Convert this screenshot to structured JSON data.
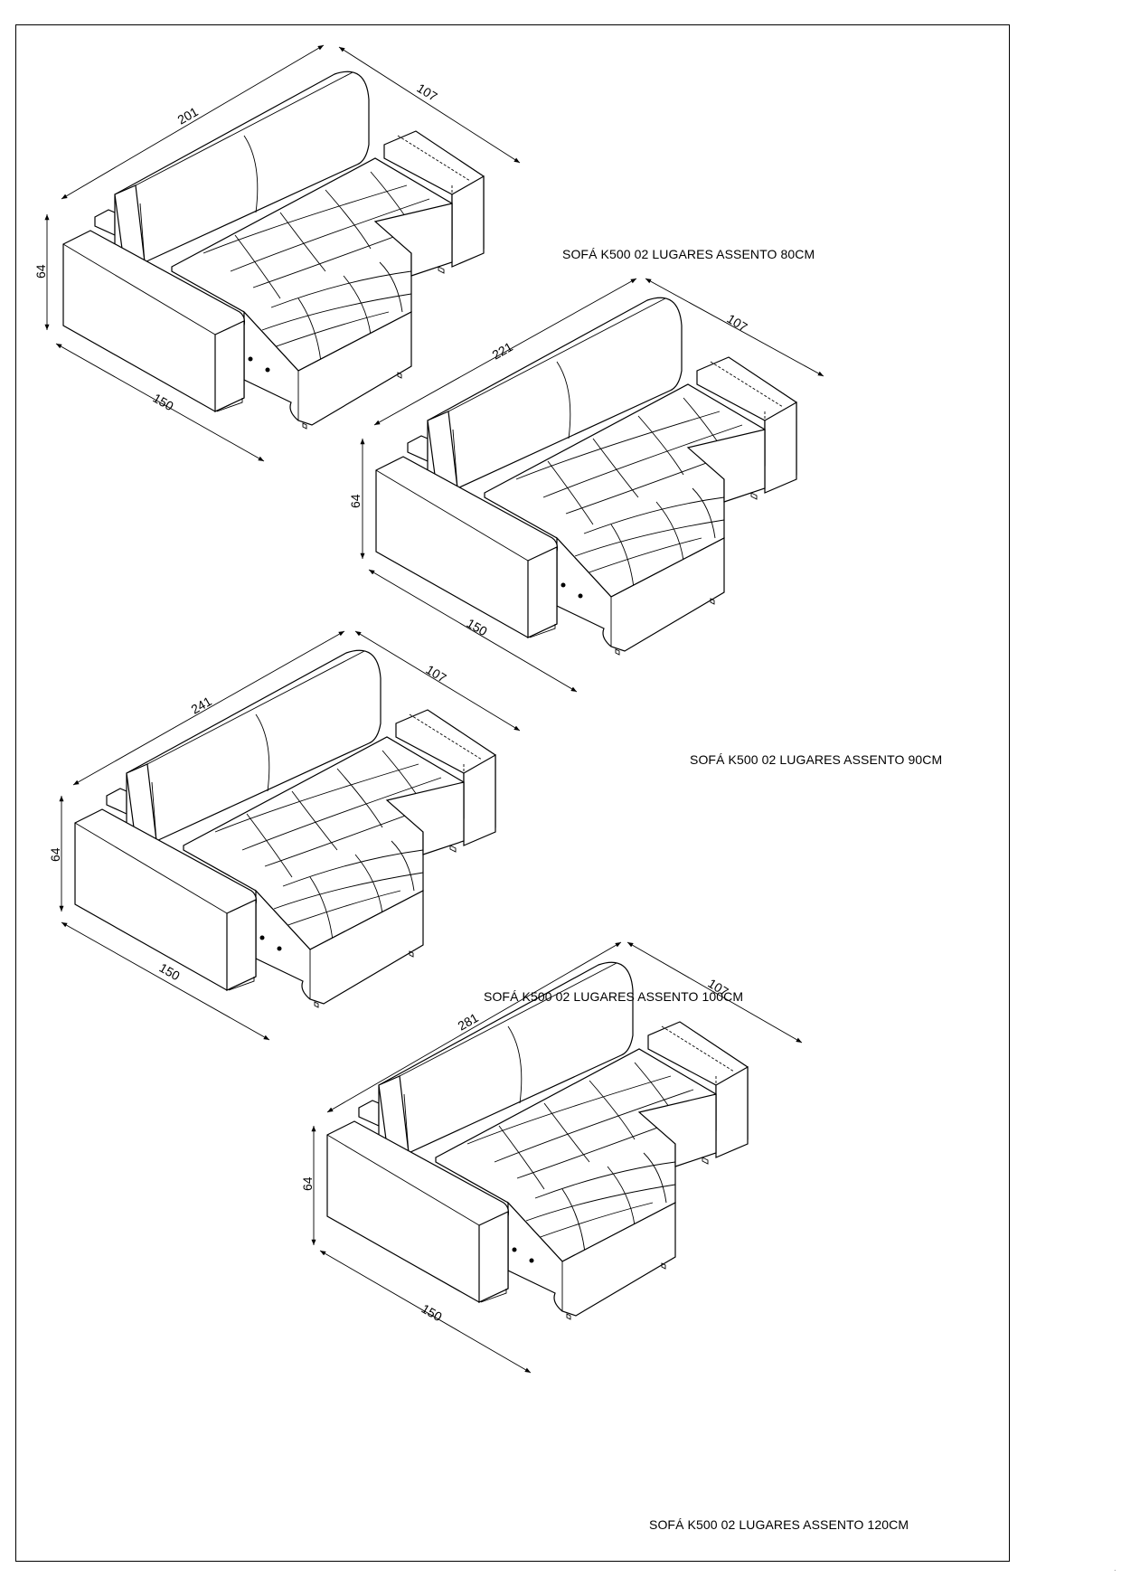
{
  "sofas": [
    {
      "caption": "SOFÁ K500 02 LUGARES ASSENTO 80CM",
      "dims": {
        "length": "201",
        "depth": "107",
        "height": "64",
        "chaise": "150"
      }
    },
    {
      "caption": "SOFÁ K500 02 LUGARES ASSENTO 90CM",
      "dims": {
        "length": "221",
        "depth": "107",
        "height": "64",
        "chaise": "150"
      }
    },
    {
      "caption": "SOFÁ K500 02 LUGARES ASSENTO 100CM",
      "dims": {
        "length": "241",
        "depth": "107",
        "height": "64",
        "chaise": "150"
      }
    },
    {
      "caption": "SOFÁ K500 02 LUGARES ASSENTO 120CM",
      "dims": {
        "length": "281",
        "depth": "107",
        "height": "64",
        "chaise": "150"
      }
    }
  ],
  "corner_mark": "."
}
